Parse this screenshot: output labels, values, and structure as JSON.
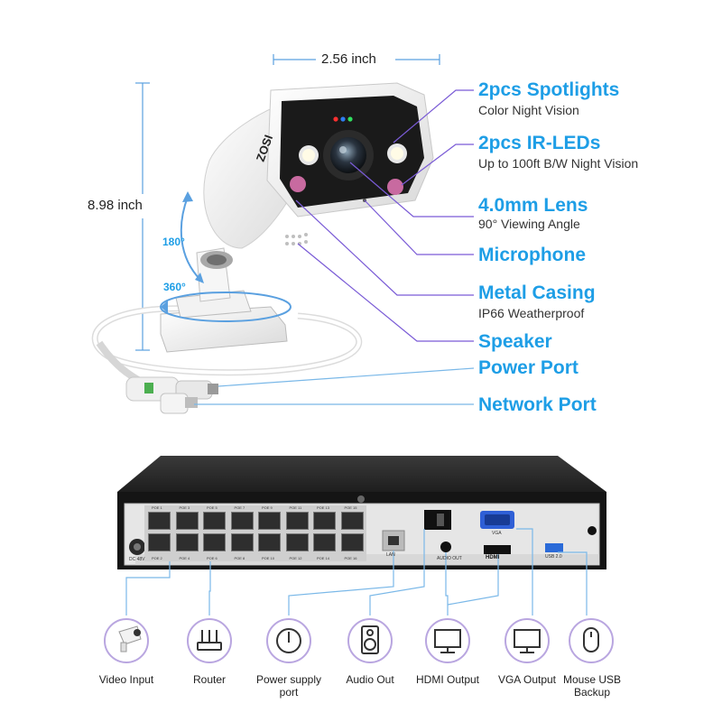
{
  "dimensions": {
    "width": "2.56 inch",
    "height": "8.98 inch",
    "tilt": "180°",
    "pan": "360°"
  },
  "camera": {
    "brand": "ZOSI"
  },
  "features": [
    {
      "title": "2pcs Spotlights",
      "subtitle": "Color Night Vision"
    },
    {
      "title": "2pcs IR-LEDs",
      "subtitle": "Up to 100ft B/W Night Vision"
    },
    {
      "title": "4.0mm Lens",
      "subtitle": "90° Viewing Angle"
    },
    {
      "title": "Microphone",
      "subtitle": ""
    },
    {
      "title": "Metal Casing",
      "subtitle": "IP66 Weatherproof"
    },
    {
      "title": "Speaker",
      "subtitle": ""
    },
    {
      "title": "Power Port",
      "subtitle": ""
    },
    {
      "title": "Network Port",
      "subtitle": ""
    }
  ],
  "nvr_panel": {
    "poe_top": [
      "POE 1",
      "POE 3",
      "POE 5",
      "POE 7",
      "POE 9",
      "POE 11",
      "POE 13",
      "POE 15"
    ],
    "poe_bottom": [
      "POE 2",
      "POE 4",
      "POE 6",
      "POE 8",
      "POE 10",
      "POE 12",
      "POE 14",
      "POE 16"
    ],
    "dc_label": "DC 48V",
    "lan_label": "LAN",
    "audio_label": "AUDIO OUT",
    "vga_label": "VGA",
    "hdmi_label": "HDMI",
    "usb_label": "USB 2.0"
  },
  "ports": [
    {
      "label": "Video Input",
      "icon": "camera-icon"
    },
    {
      "label": "Router",
      "icon": "router-icon"
    },
    {
      "label": "Power supply port",
      "icon": "power-icon"
    },
    {
      "label": "Audio Out",
      "icon": "speaker-icon"
    },
    {
      "label": "HDMI Output",
      "icon": "monitor-icon"
    },
    {
      "label": "VGA Output",
      "icon": "monitor-icon"
    },
    {
      "label": "Mouse USB Backup",
      "icon": "mouse-icon"
    }
  ],
  "colors": {
    "accent_blue": "#1e9ee6",
    "leader_purple": "#7a5bd6",
    "dim_line": "#5aa0e0",
    "connector_line": "#7ab8e8",
    "nvr_body": "#2a2a2a",
    "panel": "#e6e6e6"
  }
}
